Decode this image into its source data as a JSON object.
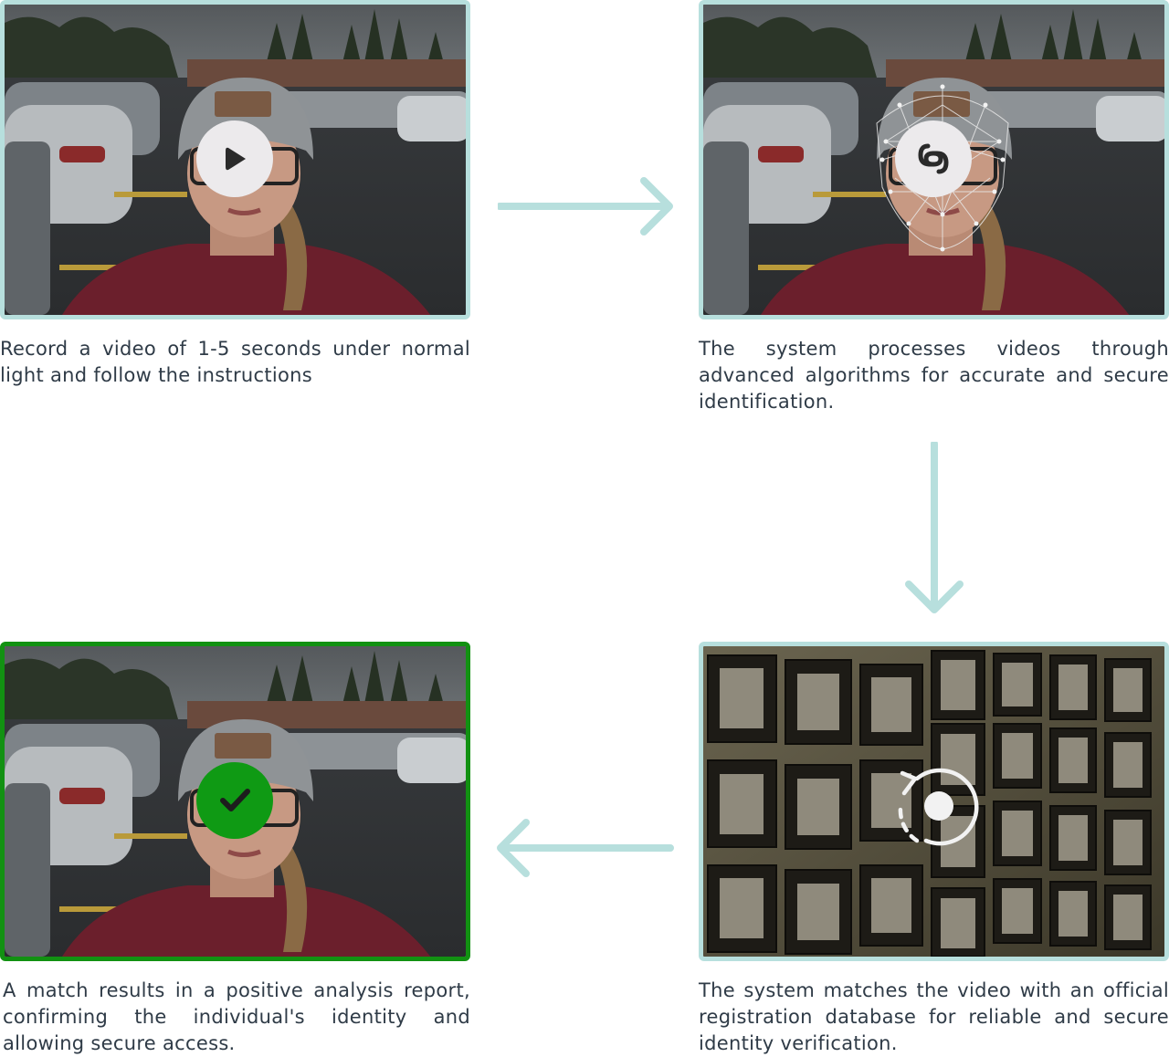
{
  "steps": {
    "record": {
      "caption": "Record a video of 1-5 seconds under normal light and follow the instructions",
      "icon": "play-icon"
    },
    "process": {
      "caption": "The system processes videos through advanced algorithms for accurate and secure identification.",
      "icon": "link-icon"
    },
    "match": {
      "caption": "The system matches the video with an official registration database for reliable and secure identity verification.",
      "icon": "rotate-icon"
    },
    "result": {
      "caption": "A match results in a positive analysis report, confirming the individual's identity and allowing secure access.",
      "icon": "checkmark-icon"
    }
  },
  "colors": {
    "frame_border": "#b7dfdd",
    "success_border": "#129112",
    "arrow": "#b7dfdd",
    "badge_light": "#eceaec",
    "badge_success": "#0f9a14",
    "caption_text": "#2f3b47"
  }
}
